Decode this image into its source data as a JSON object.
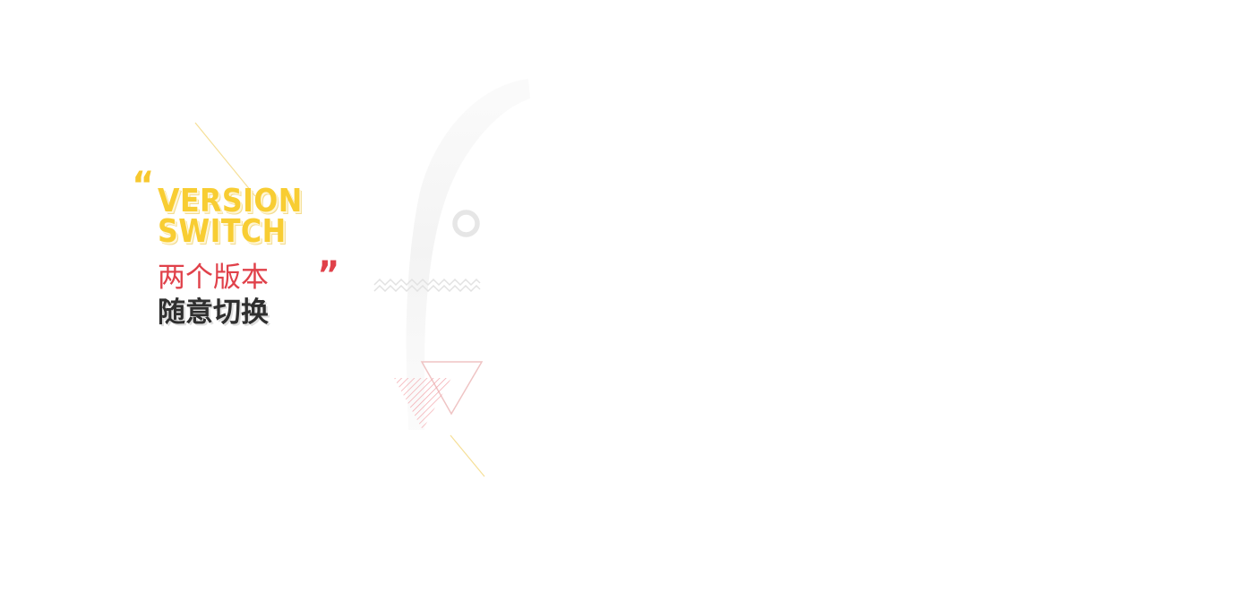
{
  "banner": {
    "headline_line1": "VERSION",
    "headline_line2": "SWITCH",
    "subtitle_line1": "两个版本",
    "subtitle_line2": "随意切换",
    "open_quote": "“",
    "close_quote": "”"
  },
  "colors": {
    "accent_yellow": "#f8cd33",
    "accent_red": "#e0414a",
    "text_dark": "#2f2f2f",
    "background": "#ffffff"
  },
  "icons": [
    "open-quote-icon",
    "close-quote-icon",
    "ring-icon",
    "zigzag-icon",
    "triangle-outline-icon",
    "striped-triangle-icon"
  ]
}
